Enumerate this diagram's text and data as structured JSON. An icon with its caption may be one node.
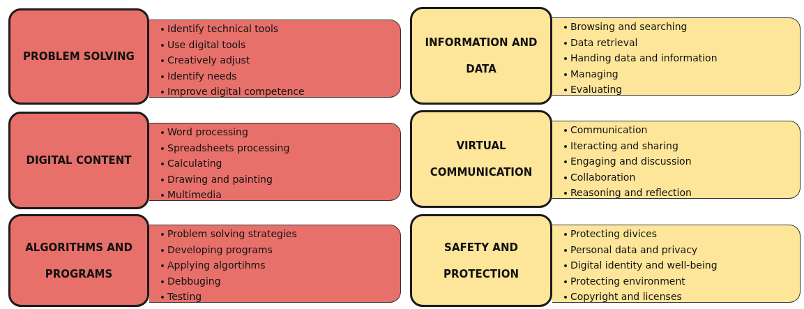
{
  "diagram": {
    "nodes": [
      {
        "text": [
          "PROBLEM SOLVING"
        ]
      },
      {
        "text": [
          "Identify technical tools",
          "Use digital tools",
          "Creatively adjust",
          "Identify needs",
          "Improve digital competence"
        ]
      },
      {
        "text": [
          "INFORMATION AND DATA"
        ]
      },
      {
        "text": [
          "Browsing and searching",
          "Data retrieval",
          "Handing data and information",
          "Managing",
          "Evaluating"
        ]
      },
      {
        "text": [
          "DIGITAL CONTENT"
        ]
      },
      {
        "text": [
          "Word processing",
          "Spreadsheets processing",
          "Calculating",
          "Drawing and painting",
          "Multimedia"
        ]
      },
      {
        "text": [
          "VIRTUAL COMMUNICATION"
        ]
      },
      {
        "text": [
          "Communication",
          "Iteracting and sharing",
          "Engaging and discussion",
          "Collaboration",
          "Reasoning and reflection"
        ]
      },
      {
        "text": [
          "ALGORITHMS AND PROGRAMS"
        ]
      },
      {
        "text": [
          "Problem solving strategies",
          "Developing programs",
          "Applying algortihms",
          "Debbuging",
          "Testing"
        ]
      },
      {
        "text": [
          "SAFETY AND PROTECTION"
        ]
      },
      {
        "text": [
          "Protecting divices",
          "Personal data and privacy",
          "Digital identity and well-being",
          "Protecting environment",
          "Copyright and licenses"
        ]
      }
    ]
  }
}
